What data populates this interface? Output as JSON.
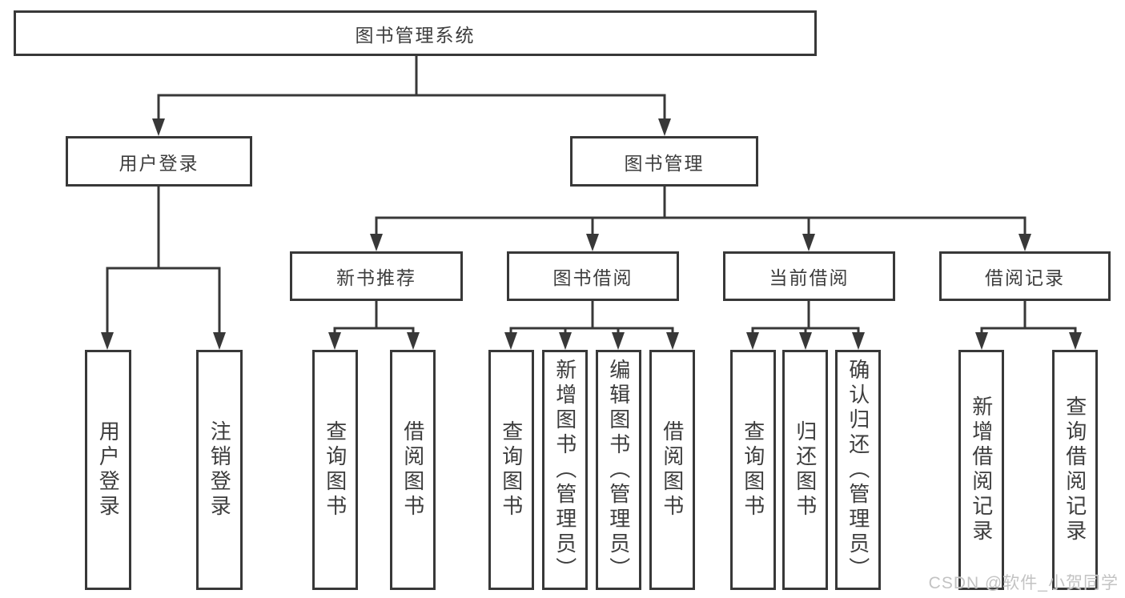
{
  "diagram": {
    "title": "图书管理系统",
    "root": {
      "label": "图书管理系统",
      "children": [
        {
          "label": "用户登录",
          "children": [
            {
              "label": "用户登录"
            },
            {
              "label": "注销登录"
            }
          ]
        },
        {
          "label": "图书管理",
          "children": [
            {
              "label": "新书推荐",
              "children": [
                {
                  "label": "查询图书"
                },
                {
                  "label": "借阅图书"
                }
              ]
            },
            {
              "label": "图书借阅",
              "children": [
                {
                  "label": "查询图书"
                },
                {
                  "label": "新增图书（管理员）"
                },
                {
                  "label": "编辑图书（管理员）"
                },
                {
                  "label": "借阅图书"
                }
              ]
            },
            {
              "label": "当前借阅",
              "children": [
                {
                  "label": "查询图书"
                },
                {
                  "label": "归还图书"
                },
                {
                  "label": "确认归还（管理员）"
                }
              ]
            },
            {
              "label": "借阅记录",
              "children": [
                {
                  "label": "新增借阅记录"
                },
                {
                  "label": "查询借阅记录"
                }
              ]
            }
          ]
        }
      ]
    }
  },
  "watermark": "CSDN @软件_小贺同学",
  "colors": {
    "line": "#383838",
    "text": "#3d3d3d",
    "background": "#ffffff",
    "watermark": "#c3c3c3"
  }
}
